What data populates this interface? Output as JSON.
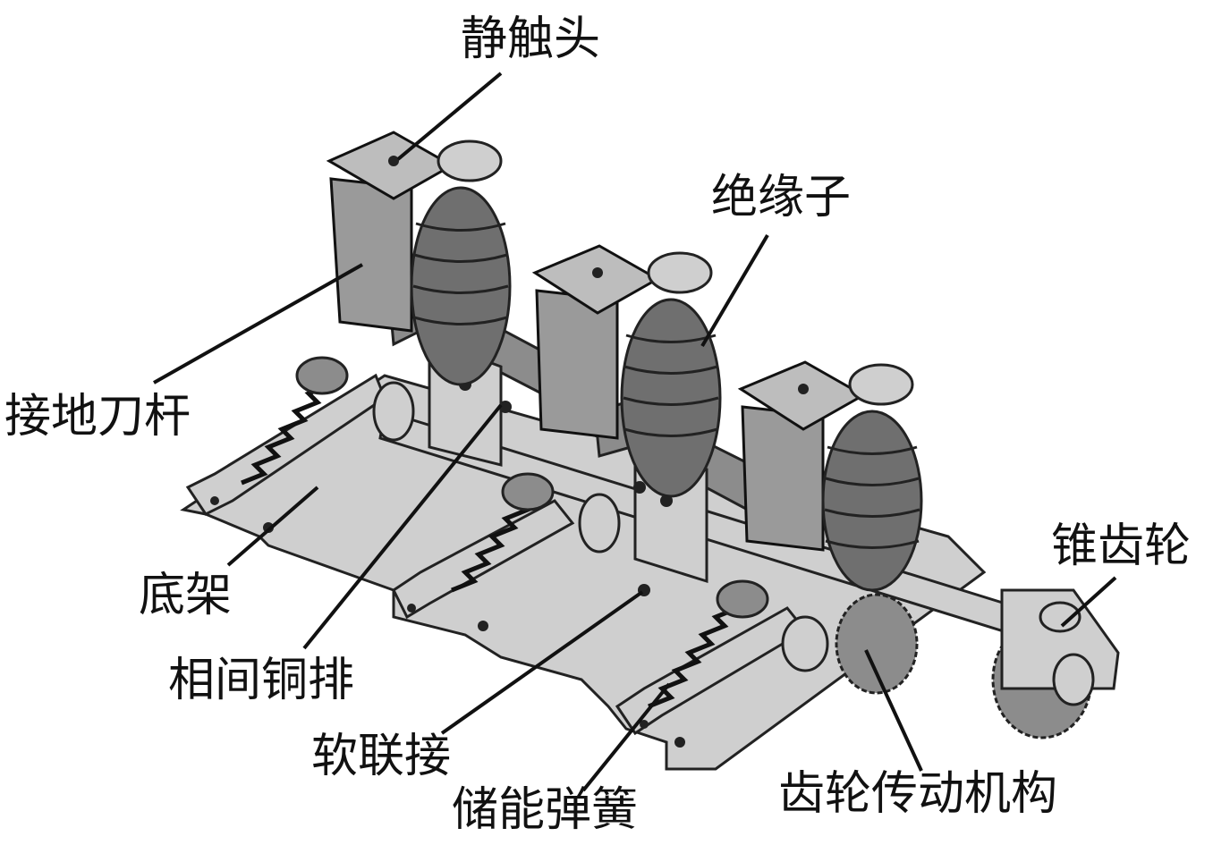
{
  "labels": {
    "static_contact": "静触头",
    "insulator": "绝缘子",
    "grounding_blade": "接地刀杆",
    "base_frame": "底架",
    "interphase_busbar": "相间铜排",
    "flexible_connection": "软联接",
    "energy_storage_spring": "储能弹簧",
    "gear_transmission": "齿轮传动机构",
    "bevel_gear": "锥齿轮"
  }
}
